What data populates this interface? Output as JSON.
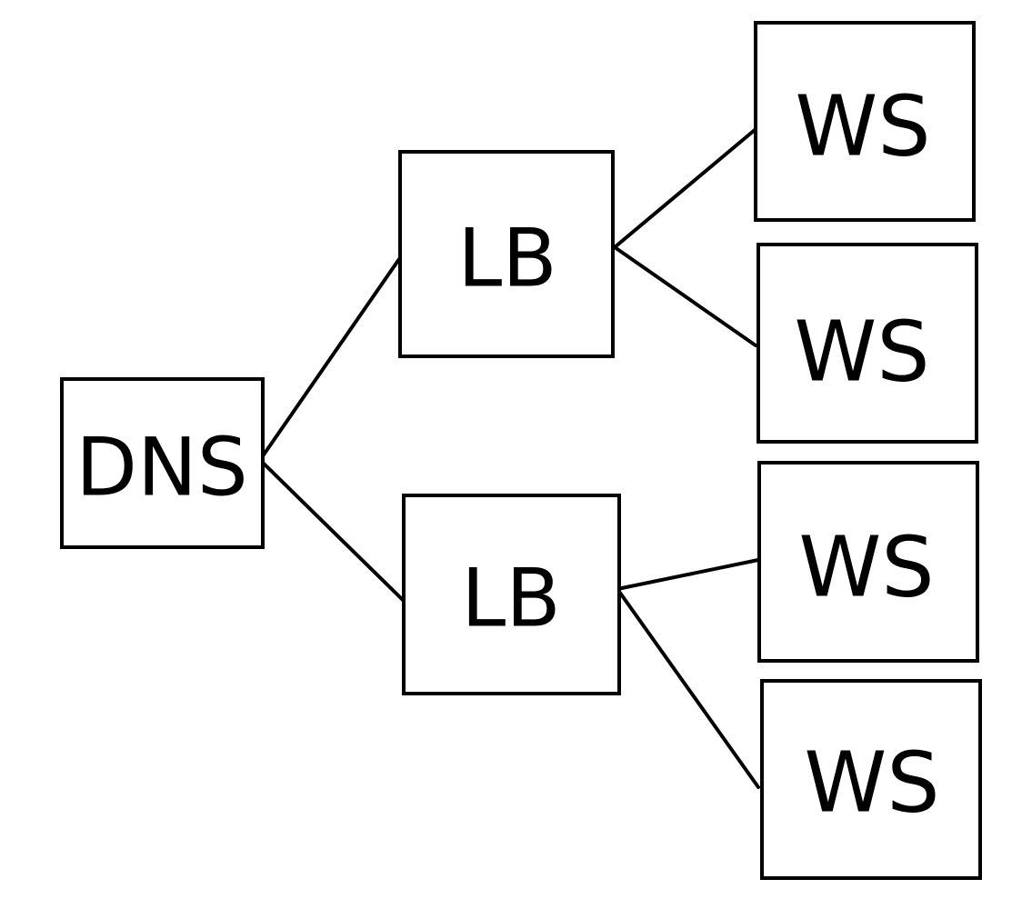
{
  "diagram": {
    "nodes": {
      "dns": {
        "label": "DNS"
      },
      "lb_top": {
        "label": "LB"
      },
      "lb_bottom": {
        "label": "LB"
      },
      "ws_1": {
        "label": "WS"
      },
      "ws_2": {
        "label": "WS"
      },
      "ws_3": {
        "label": "WS"
      },
      "ws_4": {
        "label": "WS"
      }
    },
    "edges": [
      {
        "from": "dns",
        "to": "lb_top"
      },
      {
        "from": "dns",
        "to": "lb_bottom"
      },
      {
        "from": "lb_top",
        "to": "ws_1"
      },
      {
        "from": "lb_top",
        "to": "ws_2"
      },
      {
        "from": "lb_bottom",
        "to": "ws_3"
      },
      {
        "from": "lb_bottom",
        "to": "ws_4"
      }
    ],
    "colors": {
      "stroke": "#000000",
      "background": "#ffffff"
    }
  }
}
